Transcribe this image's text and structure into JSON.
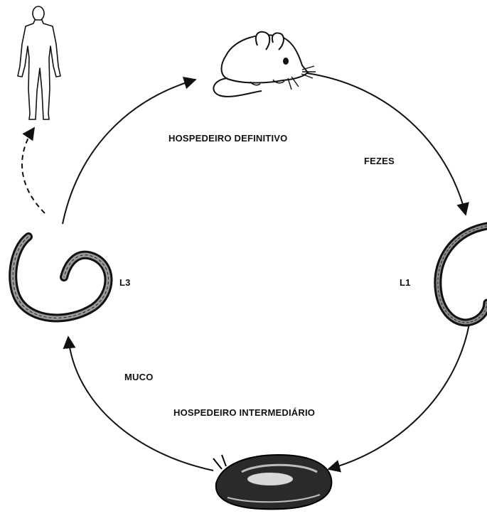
{
  "labels": {
    "definitive_host": "HOSPEDEIRO DEFINITIVO",
    "feces": "FEZES",
    "l1": "L1",
    "l3": "L3",
    "mucus": "MUCO",
    "intermediate_host": "HOSPEDEIRO INTERMEDIÁRIO"
  },
  "figures": {
    "human": "human-silhouette",
    "rat": "rat-illustration",
    "slug": "slug-illustration",
    "larva_l1": "larva-l1",
    "larva_l3": "larva-l3"
  }
}
